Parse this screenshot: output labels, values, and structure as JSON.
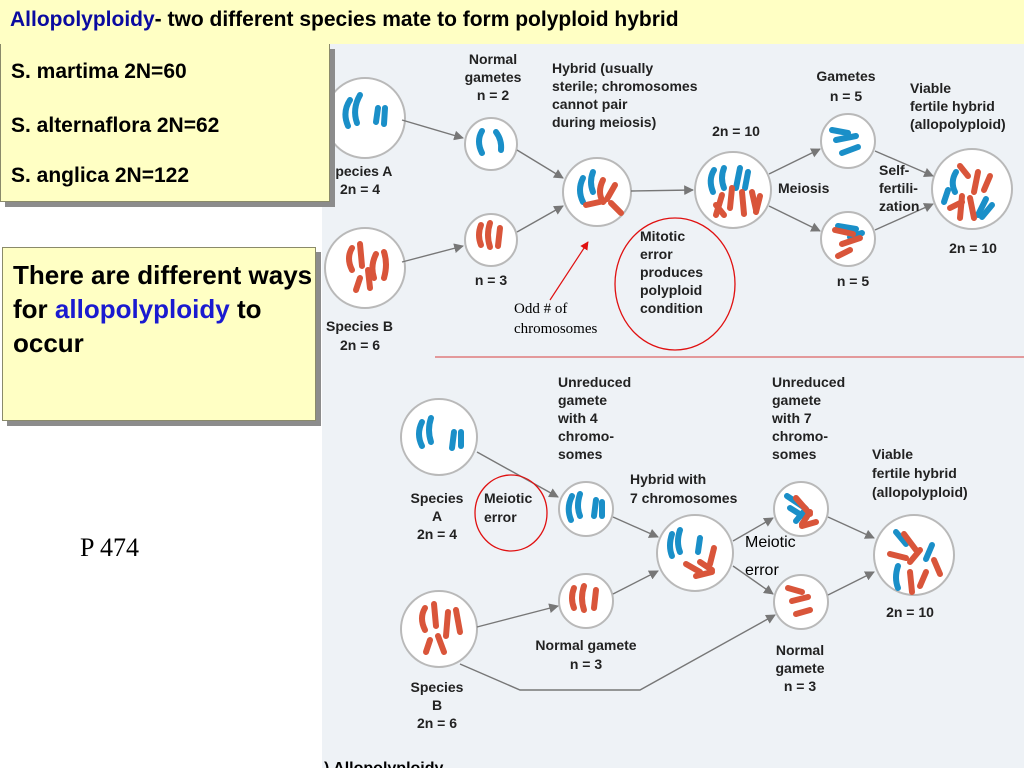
{
  "title": {
    "term": "Allopolyploidy",
    "rest": "- two different species mate to form polyploid hybrid"
  },
  "chromosome_counts": [
    "S. martima 2N=60",
    "S. alternaflora 2N=62",
    "S. anglica 2N=122"
  ],
  "ways": {
    "before": "There are different ways for",
    "term": "allopolyploidy",
    "after": "to occur"
  },
  "page_ref": "P 474",
  "colors": {
    "title_blue": "#0a0aa0",
    "box_yellow": "#ffffc4",
    "chromosome_blue": "#1a8fc8",
    "chromosome_red": "#d9553a",
    "annotation_red": "#e01010"
  },
  "figure": {
    "top": {
      "species_a": [
        "Species A",
        "2n = 4"
      ],
      "species_b": [
        "Species B",
        "2n = 6"
      ],
      "normal_gametes": [
        "Normal",
        "gametes",
        "n = 2"
      ],
      "n3": "n = 3",
      "hybrid": [
        "Hybrid (usually",
        "sterile; chromosomes",
        "cannot pair",
        "during meiosis)"
      ],
      "odd": [
        "Odd # of",
        "chromosomes"
      ],
      "mitotic": [
        "Mitotic",
        "error",
        "produces",
        "polyploid",
        "condition"
      ],
      "two_n10": "2n = 10",
      "meiosis": "Meiosis",
      "gametes_n5": [
        "Gametes",
        "n = 5"
      ],
      "n5": "n = 5",
      "self_fert": [
        "Self-",
        "fertili-",
        "zation"
      ],
      "viable": [
        "Viable",
        "fertile hybrid",
        "(allopolyploid)"
      ],
      "viable_2n": "2n = 10"
    },
    "bottom": {
      "unreduced4": [
        "Unreduced",
        "gamete",
        "with 4",
        "chromo-",
        "somes"
      ],
      "unreduced7": [
        "Unreduced",
        "gamete",
        "with 7",
        "chromo-",
        "somes"
      ],
      "species_a": [
        "Species",
        "A",
        "2n = 4"
      ],
      "meiotic_error_1": [
        "Meiotic",
        "error"
      ],
      "hybrid7": [
        "Hybrid with",
        "7 chromosomes"
      ],
      "meiotic_error_2": [
        "Meiotic",
        "error"
      ],
      "viable": [
        "Viable",
        "fertile hybrid",
        "(allopolyploid)"
      ],
      "viable_2n": "2n = 10",
      "normal_gamete": [
        "Normal gamete",
        "n = 3"
      ],
      "normal_gamete_right": [
        "Normal",
        "gamete",
        "n = 3"
      ],
      "species_b": [
        "Species",
        "B",
        "2n = 6"
      ],
      "caption": ") Allopolyploidy"
    }
  }
}
